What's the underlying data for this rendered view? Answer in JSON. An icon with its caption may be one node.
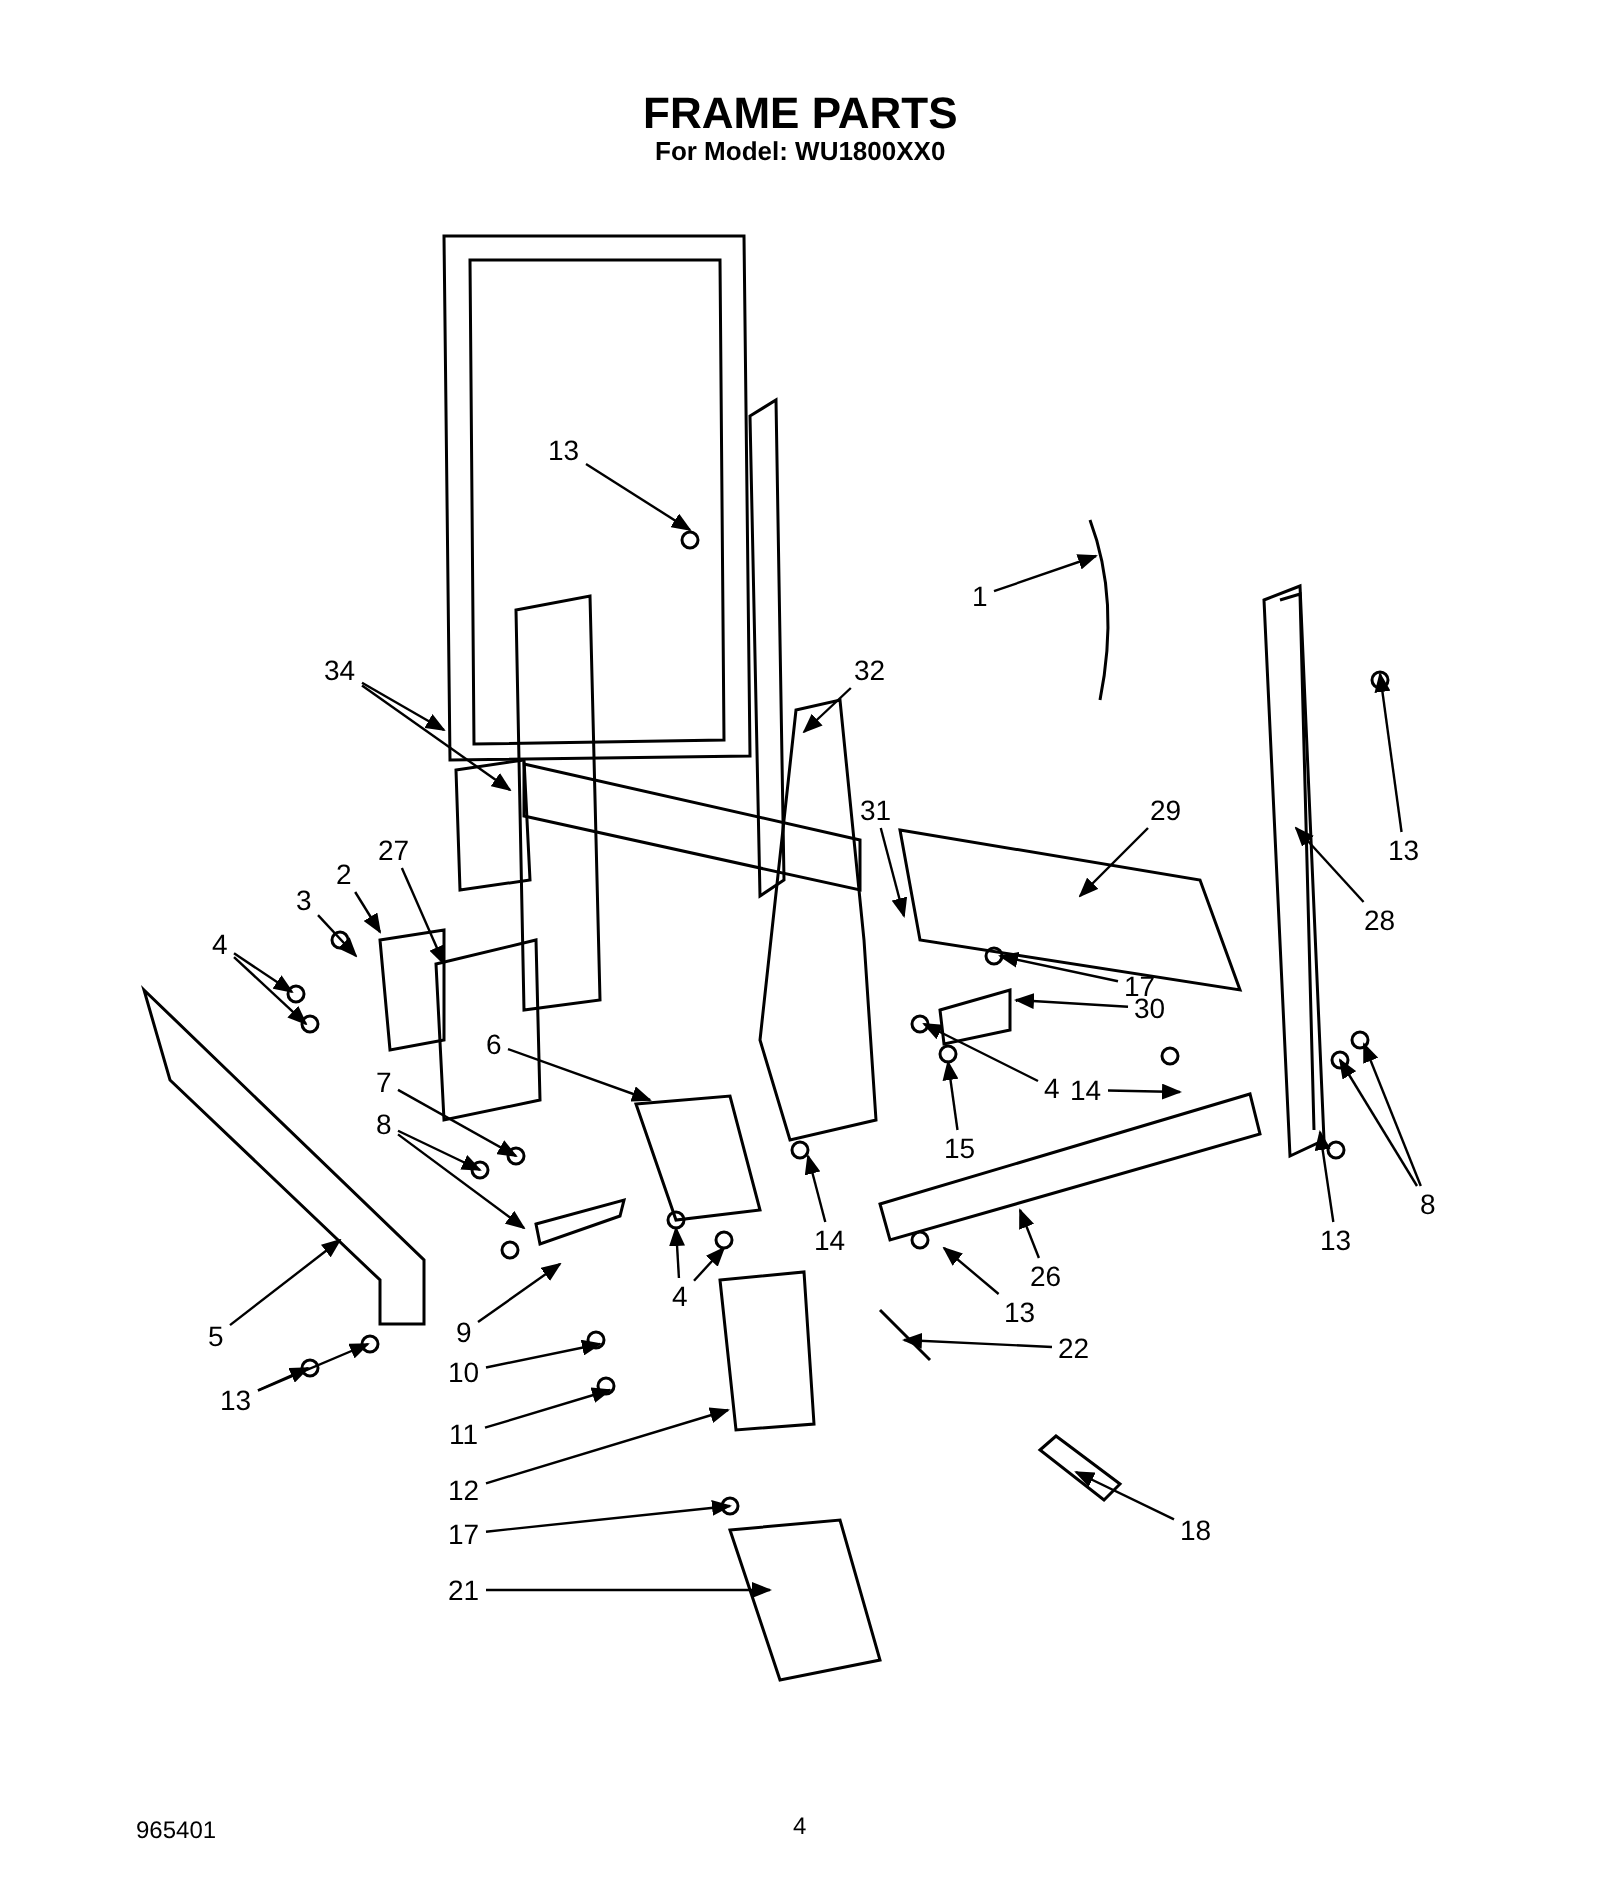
{
  "diagram": {
    "title": "FRAME PARTS",
    "nodes": [
      {
        "text": [
          "13"
        ]
      },
      {
        "text": [
          "1"
        ]
      },
      {
        "text": [
          "34"
        ]
      },
      {
        "text": [
          "32"
        ]
      },
      {
        "text": [
          "3"
        ]
      },
      {
        "text": [
          "2"
        ]
      },
      {
        "text": [
          "27"
        ]
      },
      {
        "text": [
          "31"
        ]
      },
      {
        "text": [
          "29"
        ]
      },
      {
        "text": [
          "13"
        ]
      },
      {
        "text": [
          "28"
        ]
      },
      {
        "text": [
          "4"
        ]
      },
      {
        "text": [
          "17"
        ]
      },
      {
        "text": [
          "6"
        ]
      },
      {
        "text": [
          "30"
        ]
      },
      {
        "text": [
          "4"
        ]
      },
      {
        "text": [
          "14"
        ]
      },
      {
        "text": [
          "7"
        ]
      },
      {
        "text": [
          "8"
        ]
      },
      {
        "text": [
          "15"
        ]
      },
      {
        "text": [
          "14"
        ]
      },
      {
        "text": [
          "8"
        ]
      },
      {
        "text": [
          "13"
        ]
      },
      {
        "text": [
          "4"
        ]
      },
      {
        "text": [
          "26"
        ]
      },
      {
        "text": [
          "9"
        ]
      },
      {
        "text": [
          "5"
        ]
      },
      {
        "text": [
          "13"
        ]
      },
      {
        "text": [
          "22"
        ]
      },
      {
        "text": [
          "10"
        ]
      },
      {
        "text": [
          "13"
        ]
      },
      {
        "text": [
          "11"
        ]
      },
      {
        "text": [
          "12"
        ]
      },
      {
        "text": [
          "18"
        ]
      },
      {
        "text": [
          "17"
        ]
      },
      {
        "text": [
          "21"
        ]
      }
    ],
    "edges": [
      {
        "from": 0,
        "to": null,
        "arrow": "to"
      },
      {
        "from": 1,
        "to": null,
        "arrow": "to"
      },
      {
        "from": 2,
        "to": null,
        "arrow": "to"
      },
      {
        "from": 2,
        "to": null,
        "arrow": "to"
      },
      {
        "from": 3,
        "to": null,
        "arrow": "to"
      },
      {
        "from": 4,
        "to": null,
        "arrow": "to"
      },
      {
        "from": 5,
        "to": null,
        "arrow": "to"
      },
      {
        "from": 6,
        "to": null,
        "arrow": "to"
      },
      {
        "from": 7,
        "to": null,
        "arrow": "to"
      },
      {
        "from": 8,
        "to": null,
        "arrow": "to"
      },
      {
        "from": 9,
        "to": null,
        "arrow": "to"
      },
      {
        "from": 10,
        "to": null,
        "arrow": "to"
      },
      {
        "from": 11,
        "to": null,
        "arrow": "to"
      },
      {
        "from": 11,
        "to": null,
        "arrow": "to"
      },
      {
        "from": 12,
        "to": null,
        "arrow": "to"
      },
      {
        "from": 13,
        "to": null,
        "arrow": "to"
      },
      {
        "from": 14,
        "to": null,
        "arrow": "to"
      },
      {
        "from": 15,
        "to": null,
        "arrow": "to"
      },
      {
        "from": 16,
        "to": null,
        "arrow": "to"
      },
      {
        "from": 17,
        "to": null,
        "arrow": "to"
      },
      {
        "from": 18,
        "to": null,
        "arrow": "to"
      },
      {
        "from": 18,
        "to": null,
        "arrow": "to"
      },
      {
        "from": 19,
        "to": null,
        "arrow": "to"
      },
      {
        "from": 20,
        "to": null,
        "arrow": "to"
      },
      {
        "from": 21,
        "to": null,
        "arrow": "to"
      },
      {
        "from": 21,
        "to": null,
        "arrow": "to"
      },
      {
        "from": 22,
        "to": null,
        "arrow": "to"
      },
      {
        "from": 23,
        "to": null,
        "arrow": "to"
      },
      {
        "from": 23,
        "to": null,
        "arrow": "to"
      },
      {
        "from": 24,
        "to": null,
        "arrow": "to"
      },
      {
        "from": 25,
        "to": null,
        "arrow": "to"
      },
      {
        "from": 26,
        "to": null,
        "arrow": "to"
      },
      {
        "from": 27,
        "to": null,
        "arrow": "to"
      },
      {
        "from": 28,
        "to": null,
        "arrow": "to"
      },
      {
        "from": 29,
        "to": null,
        "arrow": "to"
      },
      {
        "from": 30,
        "to": null,
        "arrow": "to"
      },
      {
        "from": 30,
        "to": null,
        "arrow": "to"
      },
      {
        "from": 31,
        "to": null,
        "arrow": "to"
      },
      {
        "from": 32,
        "to": null,
        "arrow": "to"
      },
      {
        "from": 33,
        "to": null,
        "arrow": "to"
      },
      {
        "from": 34,
        "to": null,
        "arrow": "to"
      },
      {
        "from": 35,
        "to": null,
        "arrow": "to"
      }
    ],
    "labels": [
      "For Model: WU1800XX0",
      "965401",
      "4"
    ]
  }
}
